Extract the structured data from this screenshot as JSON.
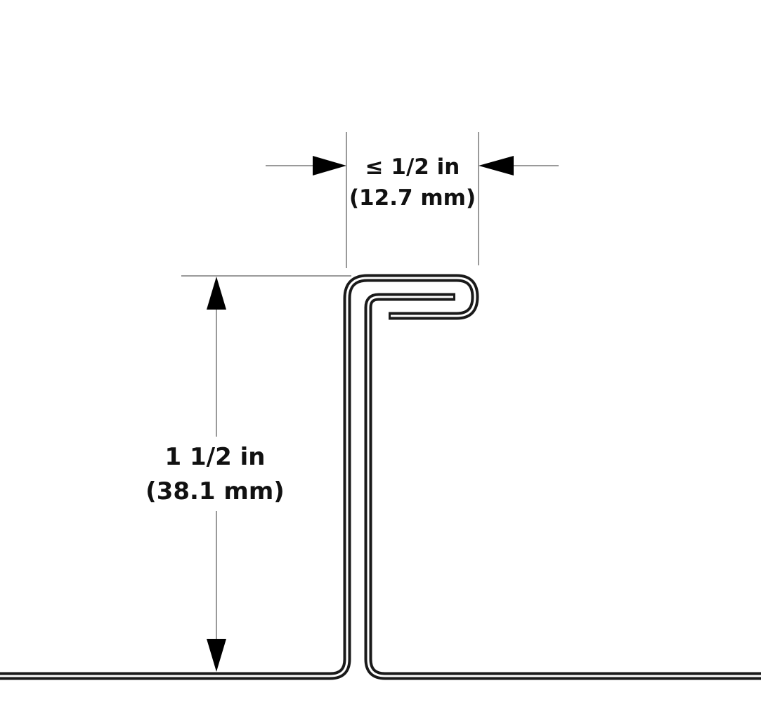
{
  "width_dimension": {
    "line1": "≤ 1/2 in",
    "line2": "(12.7 mm)"
  },
  "height_dimension": {
    "line1": "1 1/2 in",
    "line2": "(38.1 mm)"
  },
  "colors": {
    "profile_stroke": "#1a1a1a",
    "dimension_line": "#9a9a9a",
    "arrowhead": "#000000",
    "background": "#ffffff"
  }
}
